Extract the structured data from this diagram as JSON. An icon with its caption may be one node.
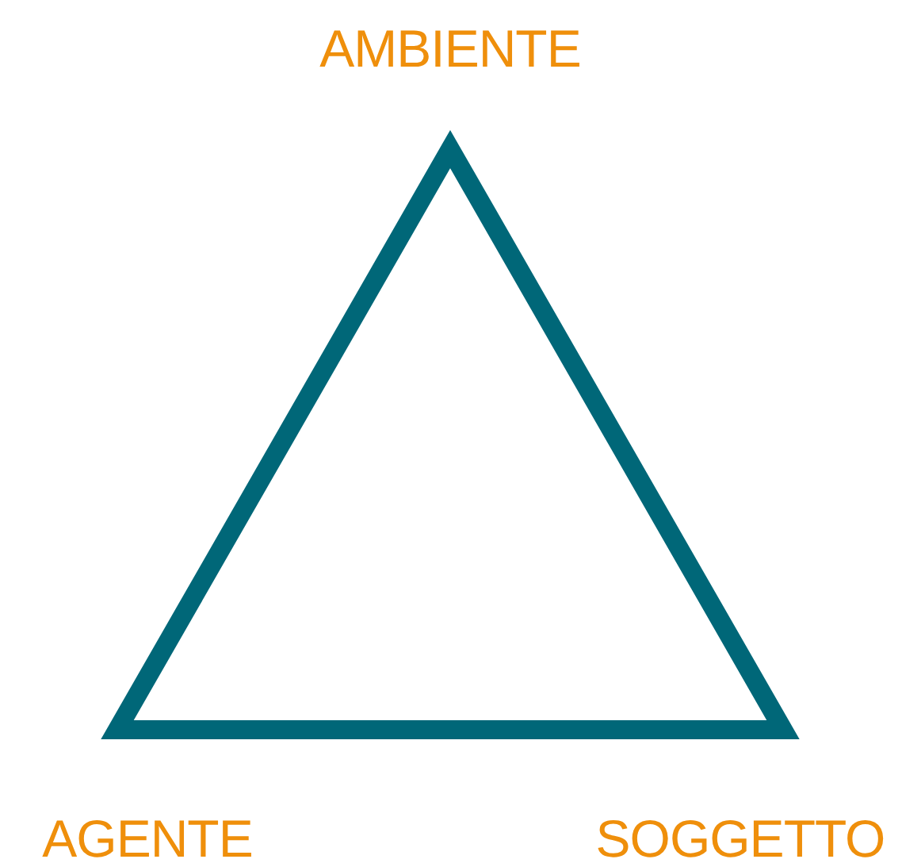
{
  "diagram": {
    "nodes": [
      {
        "text": [],
        "shape": "triangle"
      }
    ],
    "labels": [
      "AMBIENTE",
      "AGENTE",
      "SOGGETTO"
    ]
  }
}
